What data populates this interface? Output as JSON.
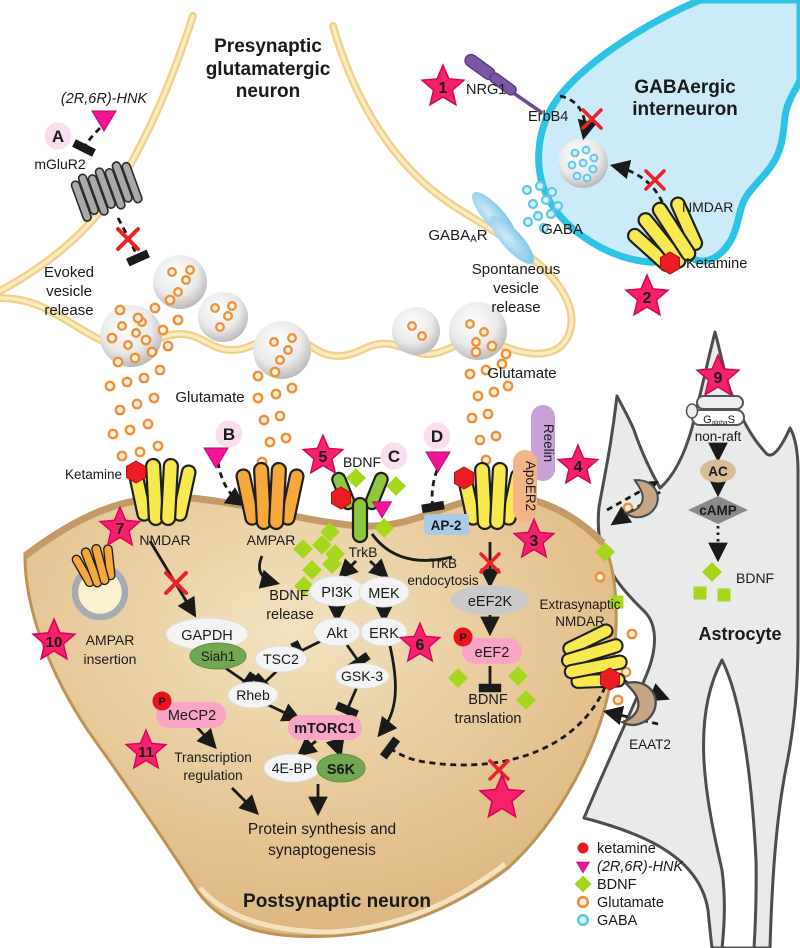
{
  "regions": {
    "presynaptic": {
      "title_l1": "Presynaptic",
      "title_l2": "glutamatergic",
      "title_l3": "neuron"
    },
    "gabaergic": {
      "title_l1": "GABAergic",
      "title_l2": "interneuron"
    },
    "postsynaptic": {
      "title": "Postsynaptic neuron"
    },
    "astrocyte": {
      "title": "Astrocyte"
    }
  },
  "labels": {
    "hnk": "(2R,6R)-HNK",
    "mglur2": "mGluR2",
    "evoked_l1": "Evoked",
    "evoked_l2": "vesicle",
    "evoked_l3": "release",
    "spont_l1": "Spontaneous",
    "spont_l2": "vesicle",
    "spont_l3": "release",
    "glutamate_left": "Glutamate",
    "glutamate_right": "Glutamate",
    "nrg1": "NRG1",
    "erbb4": "ErbB4",
    "nmdar_gaba": "NMDAR",
    "ketamine_gaba": "Ketamine",
    "gaba": "GABA",
    "gabaar_pre": "GABA",
    "gabaar_sub": "A",
    "gabaar_post": "R",
    "ketamine_post": "Ketamine",
    "nmdar_post": "NMDAR",
    "ampar": "AMPAR",
    "trkb": "TrkB",
    "bdnf_trkb": "BDNF",
    "ap2": "AP-2",
    "reelin": "Reelin",
    "apoer2": "ApoER2",
    "trkb_endo_l1": "TrkB",
    "trkb_endo_l2": "endocytosis",
    "bdnf_release_l1": "BDNF",
    "bdnf_release_l2": "release",
    "pi3k": "PI3K",
    "mek": "MEK",
    "akt": "Akt",
    "erk": "ERK",
    "gsk3": "GSK-3",
    "tsc2": "TSC2",
    "gapdh": "GAPDH",
    "siah1": "Siah1",
    "rheb": "Rheb",
    "mecp2": "MeCP2",
    "mtorc1": "mTORC1",
    "fourebp": "4E-BP",
    "s6k": "S6K",
    "eef2k": "eEF2K",
    "eef2": "eEF2",
    "bdnf_trans_l1": "BDNF",
    "bdnf_trans_l2": "translation",
    "extrasyn_l1": "Extrasynaptic",
    "extrasyn_l2": "NMDAR",
    "eaat2": "EAAT2",
    "transcription_l1": "Transcription",
    "transcription_l2": "regulation",
    "protein_l1": "Protein synthesis and",
    "protein_l2": "synaptogenesis",
    "ampar_insert_l1": "AMPAR",
    "ampar_insert_l2": "insertion",
    "galphas_1": "G",
    "galphas_2": "alpha",
    "galphas_3": "S",
    "nonraft": "non-raft",
    "ac": "AC",
    "camp": "cAMP",
    "bdnf_astro": "BDNF",
    "p": "P"
  },
  "badges": {
    "a": "A",
    "b": "B",
    "c": "C",
    "d": "D"
  },
  "stars": {
    "s1": "1",
    "s2": "2",
    "s3": "3",
    "s4": "4",
    "s5": "5",
    "s6": "6",
    "s7": "7",
    "s9": "9",
    "s10": "10",
    "s11": "11"
  },
  "legend": {
    "items": [
      {
        "marker": "ketamine-dot",
        "label": "ketamine"
      },
      {
        "marker": "hnk-triangle",
        "label": "(2R,6R)-HNK"
      },
      {
        "marker": "bdnf-diamond",
        "label": "BDNF"
      },
      {
        "marker": "glutamate-ring",
        "label": "Glutamate"
      },
      {
        "marker": "gaba-ring",
        "label": "GABA"
      }
    ]
  },
  "colors": {
    "star_pink": "#F5216B",
    "membrane_yellow": "#F2D795",
    "gaba_cell_cyan": "#2CC3E4",
    "gaba_cell_fill": "#CBEBF8",
    "postsynaptic_tan": "#E3C08D",
    "astrocyte_gray": "#E9EAEA",
    "nmdar_yellow": "#F7E94F",
    "ampar_orange": "#F5A93B",
    "trkb_green": "#8DC63F",
    "bdnf_green": "#A6D71C",
    "glutamate_orange": "#F0913A",
    "gaba_blue": "#62C7EA",
    "ketamine_red": "#EA1C24",
    "hnk_magenta": "#F01695",
    "pill_pink": "#F9A6C6",
    "reelin_purple": "#C9A3D8",
    "apoer2_orange": "#F3B488",
    "ap2_blue": "#A9CBE8"
  }
}
